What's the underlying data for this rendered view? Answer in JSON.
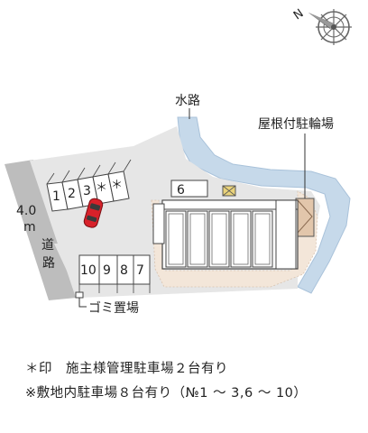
{
  "labels": {
    "waterway": "水路",
    "bike_shelter": "屋根付駐輪場",
    "road_line1": "4.0",
    "road_line2": "m",
    "road_line3": "道",
    "road_line4": "路",
    "garbage": "ゴミ置場"
  },
  "parking_top": {
    "s1": "1",
    "s2": "2",
    "s3": "3",
    "s4": "＊",
    "s5": "＊"
  },
  "parking_bottom": {
    "s1": "10",
    "s2": "9",
    "s3": "8",
    "s4": "7"
  },
  "parking_six": "6",
  "compass_letter": "N",
  "notes": {
    "line1": "＊印　施主様管理駐車場２台有り",
    "line2": "※敷地内駐車場８台有り（№1 ～ 3,6 ～ 10）"
  },
  "colors": {
    "road": "#bdbdbd",
    "waterway": "#c6d9ea",
    "site": "#e6e6e6",
    "building": "#ffffff",
    "walkway": "#f3e6d9",
    "car": "#d8212a"
  }
}
